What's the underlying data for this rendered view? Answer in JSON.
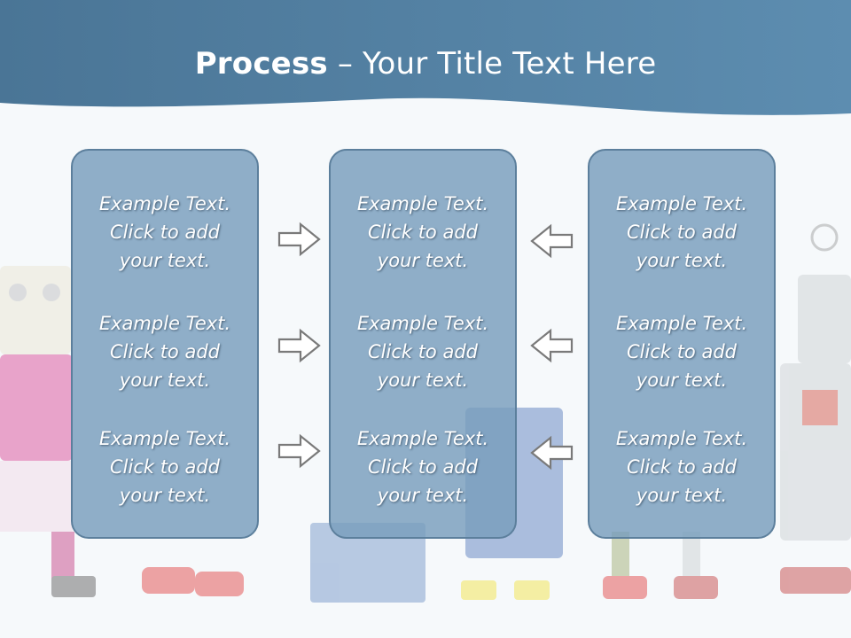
{
  "title": {
    "bold": "Process",
    "rest": " – Your Title Text Here"
  },
  "colors": {
    "header_band": "#4f7d9f",
    "box_fill": "#789ebc",
    "box_border": "#5c7f9c",
    "text": "#ffffff"
  },
  "columns": [
    {
      "items": [
        {
          "line1": "Example Text.",
          "line2": "Click  to add",
          "line3": "your text."
        },
        {
          "line1": "Example Text.",
          "line2": "Click  to add",
          "line3": "your text."
        },
        {
          "line1": "Example Text.",
          "line2": "Click  to add",
          "line3": "your text."
        }
      ]
    },
    {
      "items": [
        {
          "line1": "Example Text.",
          "line2": "Click  to add",
          "line3": "your text."
        },
        {
          "line1": "Example Text.",
          "line2": "Click  to add",
          "line3": "your text."
        },
        {
          "line1": "Example Text.",
          "line2": "Click  to add",
          "line3": "your text."
        }
      ]
    },
    {
      "items": [
        {
          "line1": "Example Text.",
          "line2": "Click  to add",
          "line3": "your text."
        },
        {
          "line1": "Example Text.",
          "line2": "Click  to add",
          "line3": "your text."
        },
        {
          "line1": "Example Text.",
          "line2": "Click  to add",
          "line3": "your text."
        }
      ]
    }
  ],
  "arrows": {
    "left_side": "right-arrow-icon",
    "right_side": "left-arrow-icon"
  }
}
